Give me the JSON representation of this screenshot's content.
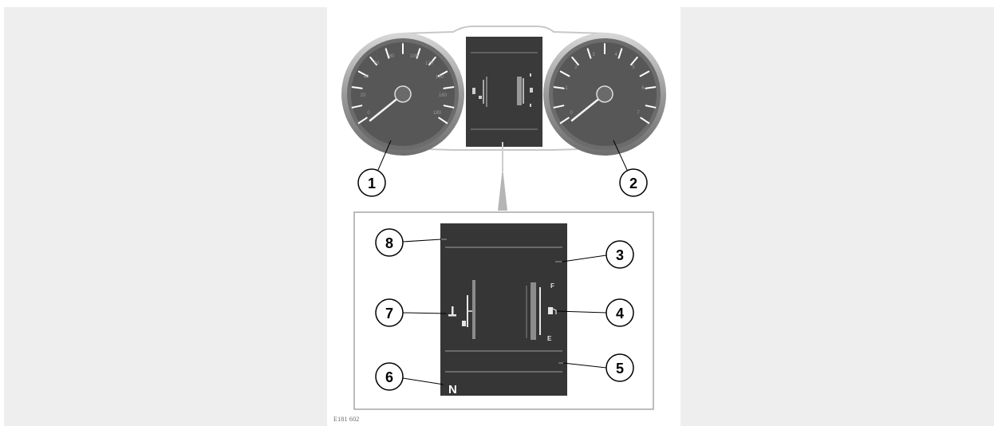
{
  "figure": {
    "code": "E181 602",
    "callouts": [
      "1",
      "2",
      "3",
      "4",
      "5",
      "6",
      "7",
      "8"
    ],
    "gear_indicator": "N",
    "fuel_gauge": {
      "full_mark": "F",
      "empty_mark": "E",
      "icon": "fuel-pump-icon"
    },
    "temperature_gauge": {
      "icon": "thermometer-icon"
    },
    "colors": {
      "dial_face": "#555555",
      "display_panel": "#3a3a3a",
      "bezel": "#b5b5b5",
      "background_panels": "#eeeeee",
      "needle": "#ffffff"
    }
  }
}
